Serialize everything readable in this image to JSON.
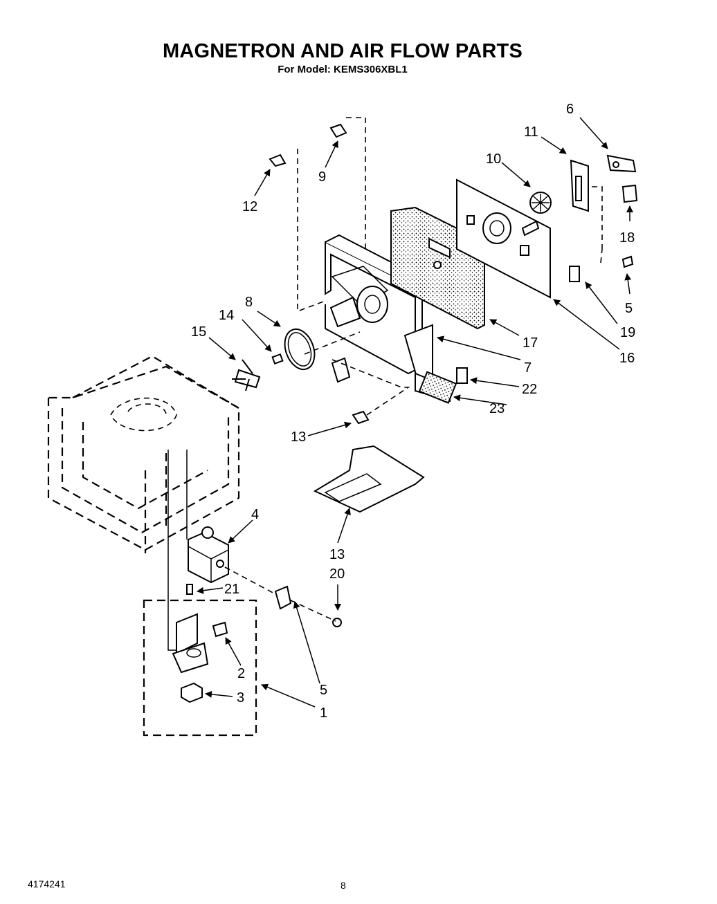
{
  "page": {
    "title": "MAGNETRON AND AIR FLOW PARTS",
    "subtitle": "For Model: KEMS306XBL1",
    "document_number": "4174241",
    "page_number": "8"
  },
  "callouts": [
    "1",
    "2",
    "3",
    "4",
    "5",
    "5",
    "6",
    "7",
    "8",
    "9",
    "10",
    "11",
    "12",
    "13",
    "13",
    "14",
    "15",
    "16",
    "17",
    "18",
    "19",
    "20",
    "21",
    "22",
    "23"
  ]
}
